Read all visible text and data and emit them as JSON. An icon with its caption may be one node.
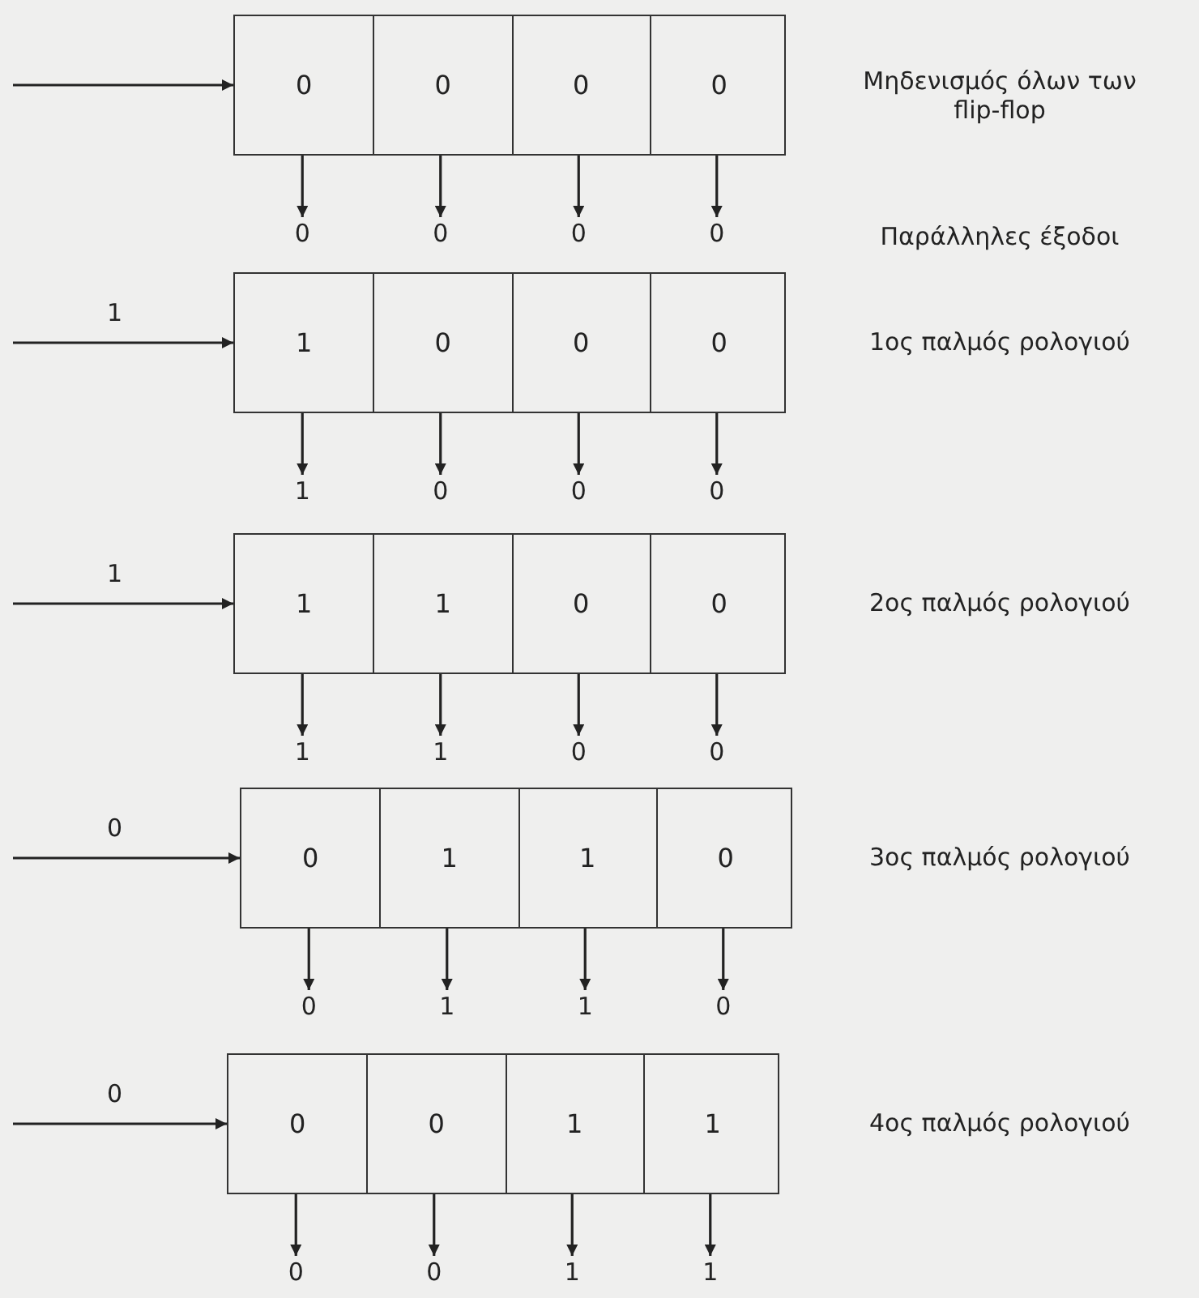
{
  "diagram": {
    "nodes": [
      {
        "text": [],
        "shape": "box"
      },
      {
        "text": [
          "0"
        ],
        "in": 0
      },
      {
        "text": [
          "0"
        ],
        "in": 0
      },
      {
        "text": [
          "0"
        ],
        "in": 0
      },
      {
        "text": [
          "0"
        ],
        "in": 0
      },
      {
        "text": [
          "0"
        ]
      },
      {
        "text": [
          "0"
        ]
      },
      {
        "text": [
          "0"
        ]
      },
      {
        "text": [
          "0"
        ]
      },
      {
        "text": [],
        "shape": "box"
      },
      {
        "text": [
          "1"
        ],
        "in": 9
      },
      {
        "text": [
          "0"
        ],
        "in": 9
      },
      {
        "text": [
          "0"
        ],
        "in": 9
      },
      {
        "text": [
          "0"
        ],
        "in": 9
      },
      {
        "text": [
          "1"
        ]
      },
      {
        "text": [
          "0"
        ]
      },
      {
        "text": [
          "0"
        ]
      },
      {
        "text": [
          "0"
        ]
      },
      {
        "text": [],
        "shape": "box"
      },
      {
        "text": [
          "1"
        ],
        "in": 18
      },
      {
        "text": [
          "1"
        ],
        "in": 18
      },
      {
        "text": [
          "0"
        ],
        "in": 18
      },
      {
        "text": [
          "0"
        ],
        "in": 18
      },
      {
        "text": [
          "1"
        ]
      },
      {
        "text": [
          "1"
        ]
      },
      {
        "text": [
          "0"
        ]
      },
      {
        "text": [
          "0"
        ]
      },
      {
        "text": [],
        "shape": "box"
      },
      {
        "text": [
          "0"
        ],
        "in": 27
      },
      {
        "text": [
          "1"
        ],
        "in": 27
      },
      {
        "text": [
          "1"
        ],
        "in": 27
      },
      {
        "text": [
          "0"
        ],
        "in": 27
      },
      {
        "text": [
          "0"
        ]
      },
      {
        "text": [
          "1"
        ]
      },
      {
        "text": [
          "1"
        ]
      },
      {
        "text": [
          "0"
        ]
      },
      {
        "text": [],
        "shape": "box"
      },
      {
        "text": [
          "0"
        ],
        "in": 36
      },
      {
        "text": [
          "0"
        ],
        "in": 36
      },
      {
        "text": [
          "1"
        ],
        "in": 36
      },
      {
        "text": [
          "1"
        ],
        "in": 36
      },
      {
        "text": [
          "0"
        ]
      },
      {
        "text": [
          "0"
        ]
      },
      {
        "text": [
          "1"
        ]
      },
      {
        "text": [
          "1"
        ]
      }
    ],
    "edges": [
      {
        "from": null,
        "to": 0,
        "arrow": "to"
      },
      {
        "from": 1,
        "to": 5,
        "arrow": "to"
      },
      {
        "from": 2,
        "to": 6,
        "arrow": "to"
      },
      {
        "from": 3,
        "to": 7,
        "arrow": "to"
      },
      {
        "from": 4,
        "to": 8,
        "arrow": "to"
      },
      {
        "from": null,
        "to": 9,
        "arrow": "to",
        "label": "1"
      },
      {
        "from": 10,
        "to": 14,
        "arrow": "to"
      },
      {
        "from": 11,
        "to": 15,
        "arrow": "to"
      },
      {
        "from": 12,
        "to": 16,
        "arrow": "to"
      },
      {
        "from": 13,
        "to": 17,
        "arrow": "to"
      },
      {
        "from": null,
        "to": 18,
        "arrow": "to",
        "label": "1"
      },
      {
        "from": 19,
        "to": 23,
        "arrow": "to"
      },
      {
        "from": 20,
        "to": 24,
        "arrow": "to"
      },
      {
        "from": 21,
        "to": 25,
        "arrow": "to"
      },
      {
        "from": 22,
        "to": 26,
        "arrow": "to"
      },
      {
        "from": null,
        "to": 27,
        "arrow": "to",
        "label": "0"
      },
      {
        "from": 28,
        "to": 32,
        "arrow": "to"
      },
      {
        "from": 29,
        "to": 33,
        "arrow": "to"
      },
      {
        "from": 30,
        "to": 34,
        "arrow": "to"
      },
      {
        "from": 31,
        "to": 35,
        "arrow": "to"
      },
      {
        "from": null,
        "to": 36,
        "arrow": "to",
        "label": "0"
      },
      {
        "from": 37,
        "to": 41,
        "arrow": "to"
      },
      {
        "from": 38,
        "to": 42,
        "arrow": "to"
      },
      {
        "from": 39,
        "to": 43,
        "arrow": "to"
      },
      {
        "from": 40,
        "to": 44,
        "arrow": "to"
      }
    ],
    "labels": [
      "Μηδενισμός όλων των flip-flop",
      "Παράλληλες έξοδοι",
      "1ος παλμός ρολογιού",
      "2ος παλμός ρολογιού",
      "3ος παλμός ρολογιού",
      "4ος παλμός ρολογιού"
    ]
  }
}
